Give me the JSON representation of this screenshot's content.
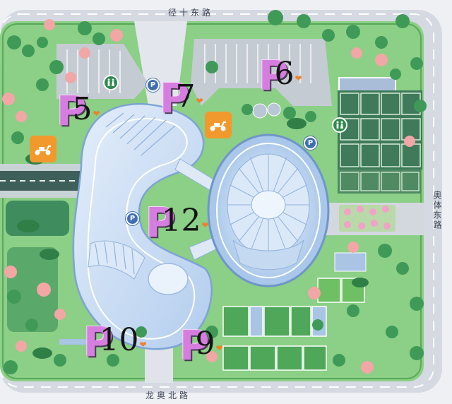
{
  "roads": {
    "north": "径十东路",
    "south": "龙奥北路",
    "east": "奥体东路"
  },
  "parking_lots": [
    {
      "id": "p5",
      "letter": "P",
      "number": "5"
    },
    {
      "id": "p6",
      "letter": "P",
      "number": "6"
    },
    {
      "id": "p7",
      "letter": "P",
      "number": "7"
    },
    {
      "id": "p12",
      "letter": "P",
      "number": "12"
    },
    {
      "id": "p10",
      "letter": "P",
      "number": "10"
    },
    {
      "id": "p9",
      "letter": "P",
      "number": "9"
    }
  ],
  "pin_glyph": "P",
  "icons": {
    "scooter": "scooter-icon",
    "parking_pin": "parking-pin-icon",
    "restroom": "restroom-icon",
    "heart": "heart-icon"
  },
  "colors": {
    "parking_letter": "#d67ee0",
    "pin": "#3f6fb3",
    "scooter_badge": "#f2992e",
    "restroom_badge": "#2f8a4d",
    "grass": "#7fc77a",
    "stadium": "#c7dcf4"
  }
}
